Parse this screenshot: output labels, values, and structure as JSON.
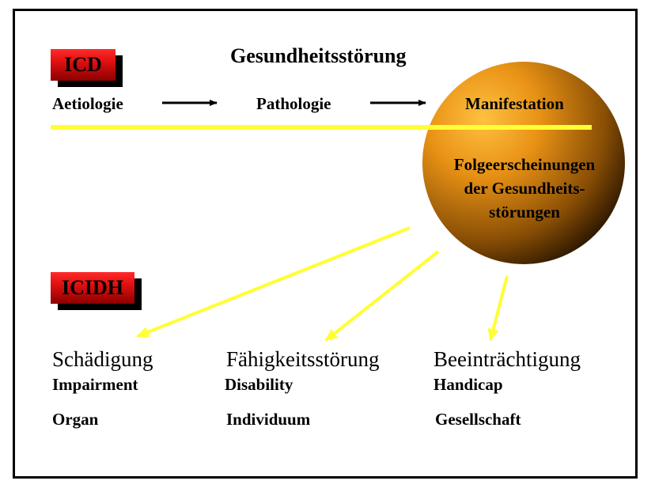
{
  "header": {
    "title": "Gesundheitsstörung"
  },
  "icd": {
    "badge": "ICD",
    "flow": [
      "Aetiologie",
      "Pathologie",
      "Manifestation"
    ]
  },
  "circle": {
    "lines": [
      "Folgeerscheinungen",
      "der Gesundheits-",
      "störungen"
    ]
  },
  "icidh": {
    "badge": "ICIDH",
    "columns": [
      {
        "title": "Schädigung",
        "subtitle": "Impairment",
        "level": "Organ"
      },
      {
        "title": "Fähigkeitsstörung",
        "subtitle": "Disability",
        "level": "Individuum"
      },
      {
        "title": "Beeinträchtigung",
        "subtitle": "Handicap",
        "level": "Gesellschaft"
      }
    ]
  },
  "colors": {
    "badge_red": "#e01010",
    "line_yellow": "#ffff33",
    "circle_orange": "#e08a10"
  }
}
